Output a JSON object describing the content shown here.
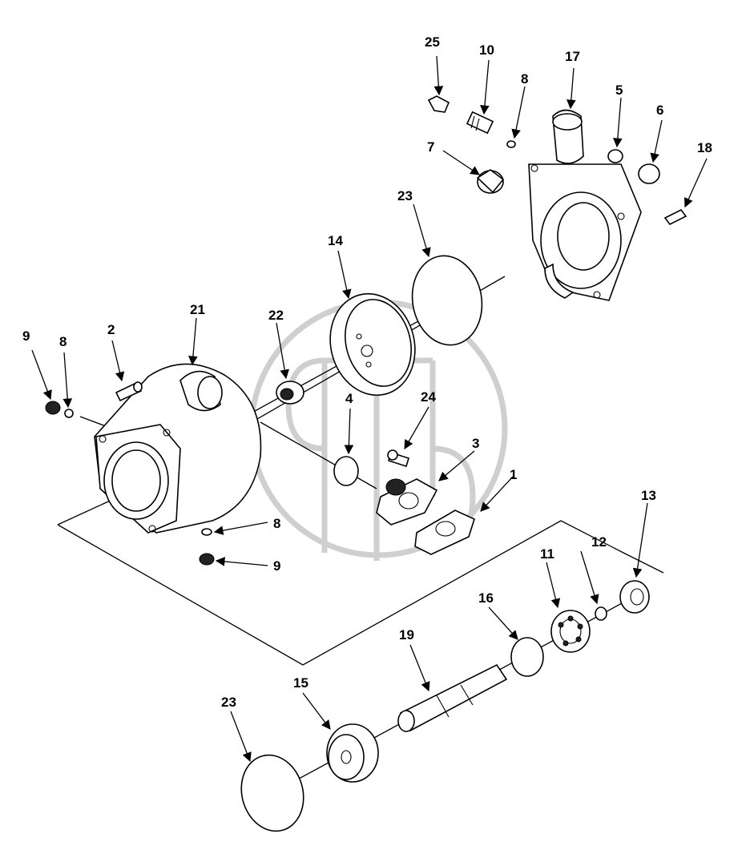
{
  "figure": {
    "callouts": [
      "25",
      "10",
      "8",
      "17",
      "5",
      "6",
      "18",
      "7",
      "23",
      "14",
      "21",
      "22",
      "2",
      "9",
      "8",
      "4",
      "24",
      "3",
      "1",
      "8",
      "9",
      "13",
      "12",
      "11",
      "16",
      "19",
      "15",
      "23"
    ]
  },
  "colors": {
    "ink": "#000000",
    "paper": "#ffffff",
    "watermark": "#cfcfcf"
  },
  "icons": [
    "watermark-logo"
  ]
}
